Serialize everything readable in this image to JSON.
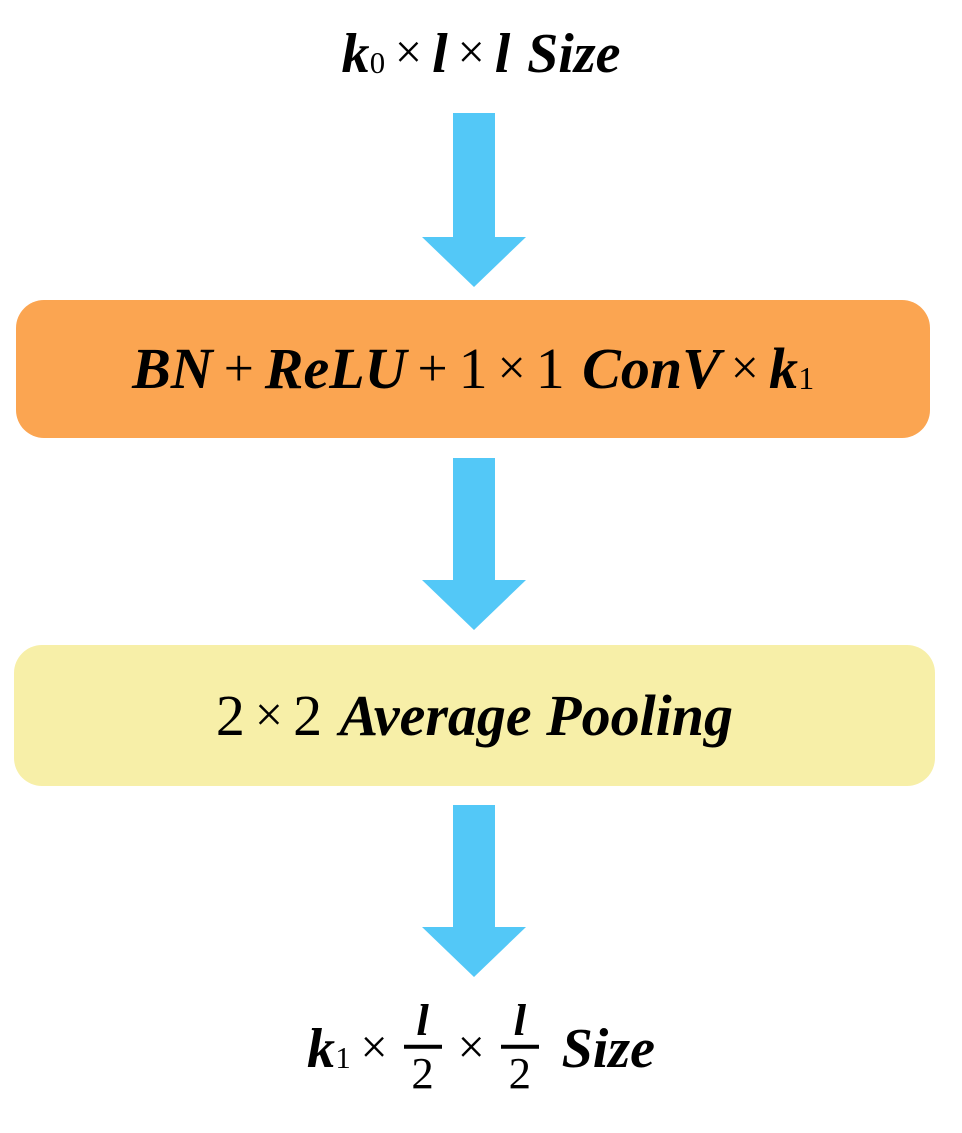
{
  "diagram": {
    "title": "Transition layer block",
    "colors": {
      "background": "#FFFFFF",
      "arrow": "#53C8F7",
      "conv_block": "#FBA551",
      "pool_block": "#F7EFA8",
      "text": "#000000"
    },
    "input_label": {
      "name": "input-tensor-shape",
      "text": "k0 x l x l Size",
      "tokens": {
        "k": "k",
        "k_sub": "0",
        "times": "×",
        "l": "l",
        "size": "Size"
      }
    },
    "stages": [
      {
        "name": "conv-block",
        "text": "BN + ReLU + 1×1 ConV × k1",
        "tokens": {
          "bn": "BN",
          "plus": "+",
          "relu": "ReLU",
          "one": "1",
          "times": "×",
          "conv": "ConV",
          "k": "k",
          "k_sub": "1"
        },
        "fill": "#FBA551"
      },
      {
        "name": "pooling-block",
        "text": "2×2 Average Pooling",
        "tokens": {
          "two": "2",
          "times": "×",
          "label": "Average Pooling"
        },
        "fill": "#F7EFA8"
      }
    ],
    "output_label": {
      "name": "output-tensor-shape",
      "text": "k1 x l/2 x l/2 Size",
      "tokens": {
        "k": "k",
        "k_sub": "1",
        "times": "×",
        "numerator": "l",
        "denominator": "2",
        "size": "Size"
      }
    },
    "arrows": [
      {
        "name": "arrow-input-to-conv",
        "direction": "down"
      },
      {
        "name": "arrow-conv-to-pool",
        "direction": "down"
      },
      {
        "name": "arrow-pool-to-output",
        "direction": "down"
      }
    ]
  }
}
